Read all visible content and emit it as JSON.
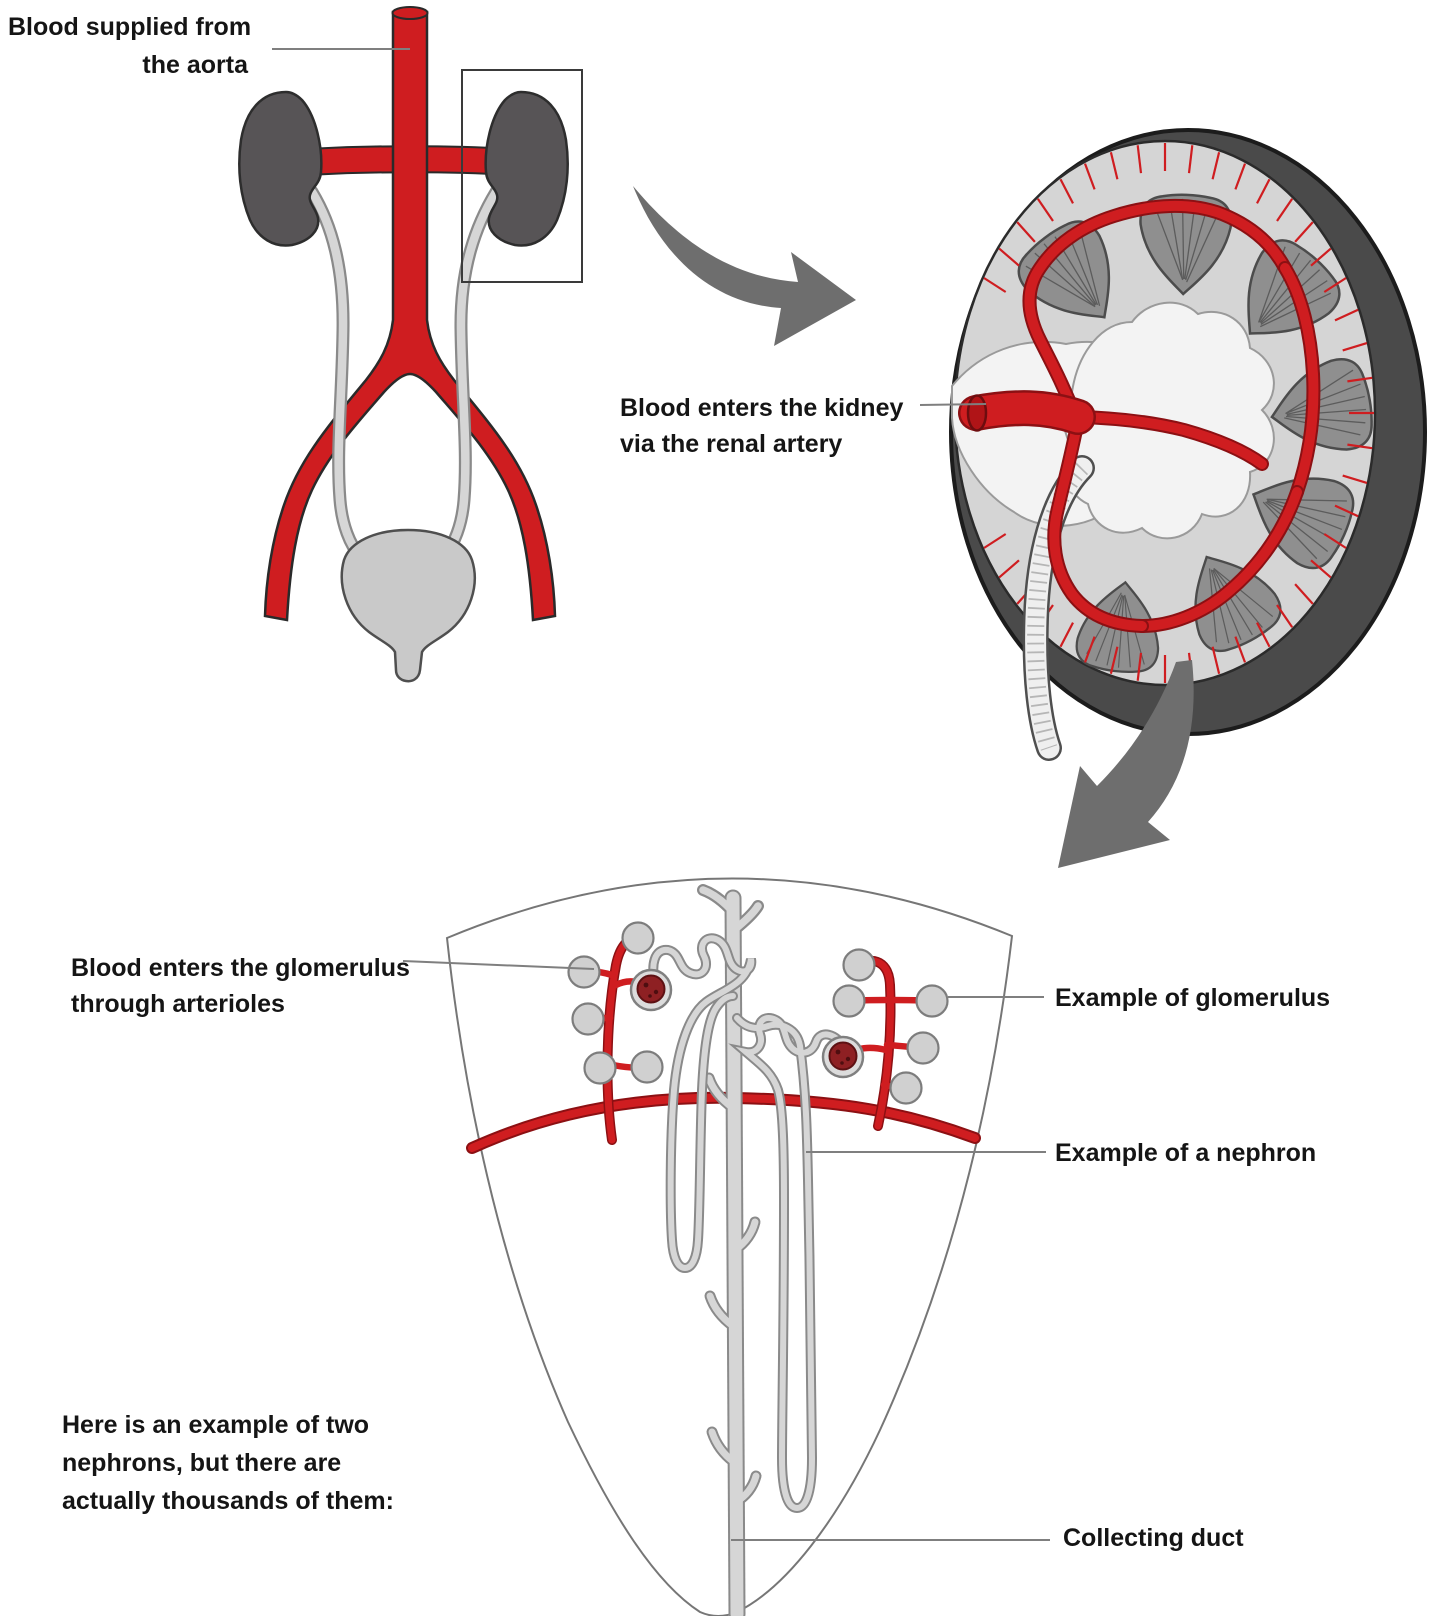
{
  "figure": {
    "type": "kidney-anatomy-educational-diagram",
    "labels": {
      "aorta": {
        "lines": [
          "Blood supplied from",
          "the aorta"
        ]
      },
      "renal_artery": {
        "lines": [
          "Blood enters the kidney",
          "via the renal artery"
        ]
      },
      "glomerulus_entry": {
        "lines": [
          "Blood enters the glomerulus",
          "through arterioles"
        ]
      },
      "example_glomerulus": "Example of glomerulus",
      "example_nephron": "Example of a nephron",
      "collecting_duct": "Collecting duct",
      "nephrons_note": {
        "lines": [
          "Here is an example of two",
          "nephrons, but there are",
          "actually thousands of them:"
        ]
      }
    },
    "colors": {
      "artery_red": "#cf1d20",
      "kidney_dark_gray": "#575456",
      "tube_gray": "#d6d6d6",
      "arrow_gray": "#6e6e6e"
    }
  }
}
